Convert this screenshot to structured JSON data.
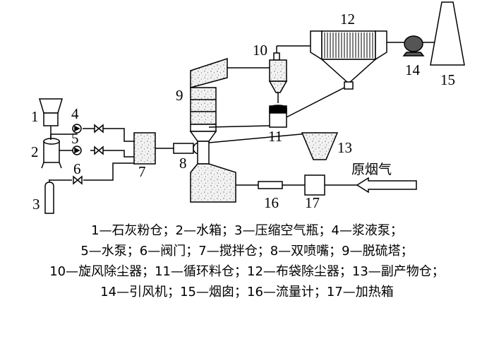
{
  "labels": {
    "n1": "1",
    "n2": "2",
    "n3": "3",
    "n4": "4",
    "n5": "5",
    "n6": "6",
    "n7": "7",
    "n8": "8",
    "n9": "9",
    "n10": "10",
    "n11": "11",
    "n12": "12",
    "n13": "13",
    "n14": "14",
    "n15": "15",
    "n16": "16",
    "n17": "17",
    "raw_flue_gas": "原烟气"
  },
  "legend": [
    "1—石灰粉仓；2—水箱；3—压缩空气瓶；4—浆液泵；",
    "5—水泵；6—阀门；7—搅拌仓；8—双喷嘴；9—脱硫塔；",
    "10—旋风除尘器；11—循环料仓；12—布袋除尘器；13—副产物仓；",
    "14—引风机；15—烟囱；16—流量计；17—加热箱"
  ]
}
